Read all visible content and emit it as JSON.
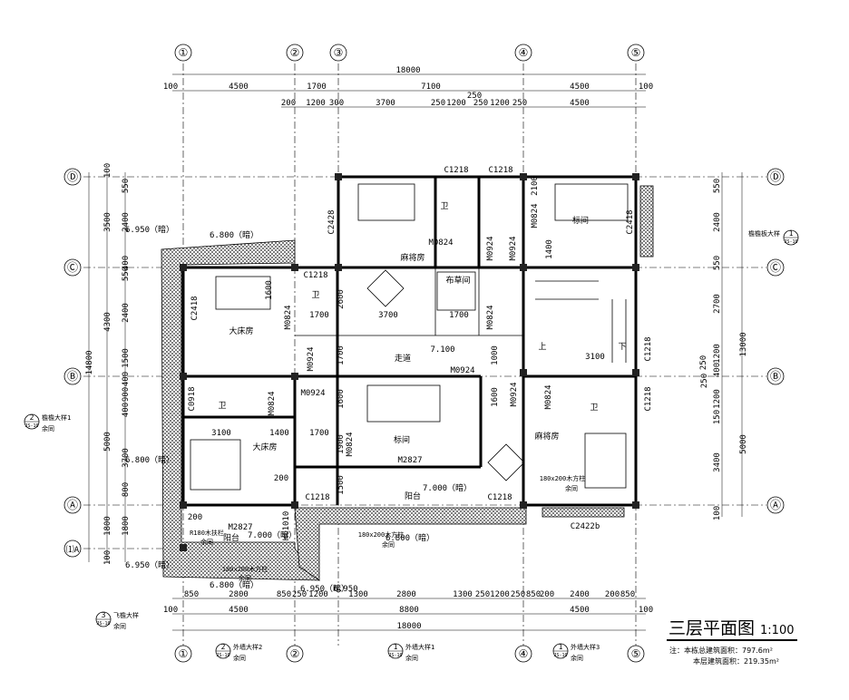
{
  "title": "三层平面图",
  "scale": "1:100",
  "notes": [
    "注：本栋总建筑面积：797.6m²",
    "本层建筑面积：219.35m²"
  ],
  "axes_x": [
    "①",
    "②",
    "③",
    "④",
    "⑤"
  ],
  "axes_y": [
    "Ⓓ",
    "Ⓒ",
    "Ⓑ",
    "Ⓐ",
    "⑴A"
  ],
  "dims_top": {
    "total": "18000",
    "row1": [
      "100",
      "4500",
      "1700",
      "7100",
      "4500",
      "100"
    ],
    "row2": [
      "200",
      "1200",
      "300",
      "3700",
      "250",
      "1200",
      "250",
      "1200",
      "250",
      "4500",
      "250"
    ]
  },
  "dims_bottom": {
    "row1": [
      "850",
      "2800",
      "850",
      "250",
      "1200",
      "6.950",
      "1300",
      "2800",
      "1300",
      "250",
      "1200",
      "250",
      "850",
      "200",
      "2400",
      "200",
      "850"
    ],
    "row2": [
      "100",
      "4500",
      "8800",
      "4500",
      "100"
    ],
    "total": "18000"
  },
  "dims_left": {
    "outer": [
      "3500",
      "4300",
      "14800",
      "5000",
      "1800"
    ],
    "inner": [
      "100",
      "550",
      "2400",
      "400",
      "550",
      "2400",
      "1500",
      "400",
      "900",
      "400",
      "3700",
      "800",
      "1800",
      "100"
    ]
  },
  "dims_right": {
    "outer": [
      "550",
      "2400",
      "550",
      "2700",
      "1200",
      "13000",
      "250",
      "400",
      "1200",
      "150",
      "5000",
      "3400",
      "100"
    ]
  },
  "rooms": [
    "麻将房",
    "大床房",
    "卫",
    "卫",
    "卫",
    "卫",
    "标间",
    "标间",
    "大床房",
    "麻将房",
    "走道",
    "布草间",
    "阳台",
    "阳台",
    "上",
    "下"
  ],
  "doors": [
    "M0824",
    "M0924",
    "M0924",
    "M0824",
    "M0824",
    "M0924",
    "M0924",
    "M0824",
    "M0824",
    "M0924",
    "M0824",
    "M2827",
    "M2827",
    "M0924",
    "M0824"
  ],
  "windows": [
    "C1218",
    "C1218",
    "C2428",
    "C2418",
    "C2418",
    "C1218",
    "C0918",
    "C1218",
    "C1218",
    "C1218",
    "C1218",
    "C2422b",
    "HC1010"
  ],
  "levels": [
    "6.950（暗）",
    "6.800（暗）",
    "7.100",
    "7.000（暗）",
    "7.000（暗）",
    "6.800（暗）",
    "6.800（暗）",
    "6.950（暗）",
    "6.800（暗）",
    "6.950（暗）"
  ],
  "inner_dims": [
    "2600",
    "3700",
    "1700",
    "1700",
    "1700",
    "1000",
    "3100",
    "1600",
    "1900",
    "1500",
    "1600",
    "3100",
    "1400",
    "1700",
    "200",
    "2100",
    "1400",
    "1600",
    "200"
  ],
  "callouts": [
    {
      "num": "1",
      "ref": "JS-10",
      "text": "檐檐板大样"
    },
    {
      "num": "2",
      "ref": "JS-10",
      "text": "檐檐大样1",
      "sub": "余同"
    },
    {
      "num": "3",
      "ref": "JS-10",
      "text": "飞檐大样",
      "sub": "余同"
    },
    {
      "num": "2",
      "ref": "JS-10",
      "text": "外墙大样2",
      "sub": "余同"
    },
    {
      "num": "1",
      "ref": "JS-10",
      "text": "外墙大样1",
      "sub": "余同"
    },
    {
      "num": "1",
      "ref": "JS-10",
      "text": "外墙大样3",
      "sub": "余同"
    }
  ],
  "misc_labels": [
    "180x200木方柱",
    "余同",
    "180x200木方柱",
    "余同",
    "R180木扶栏",
    "余同",
    "180x200木方柱",
    "余同",
    "250"
  ]
}
